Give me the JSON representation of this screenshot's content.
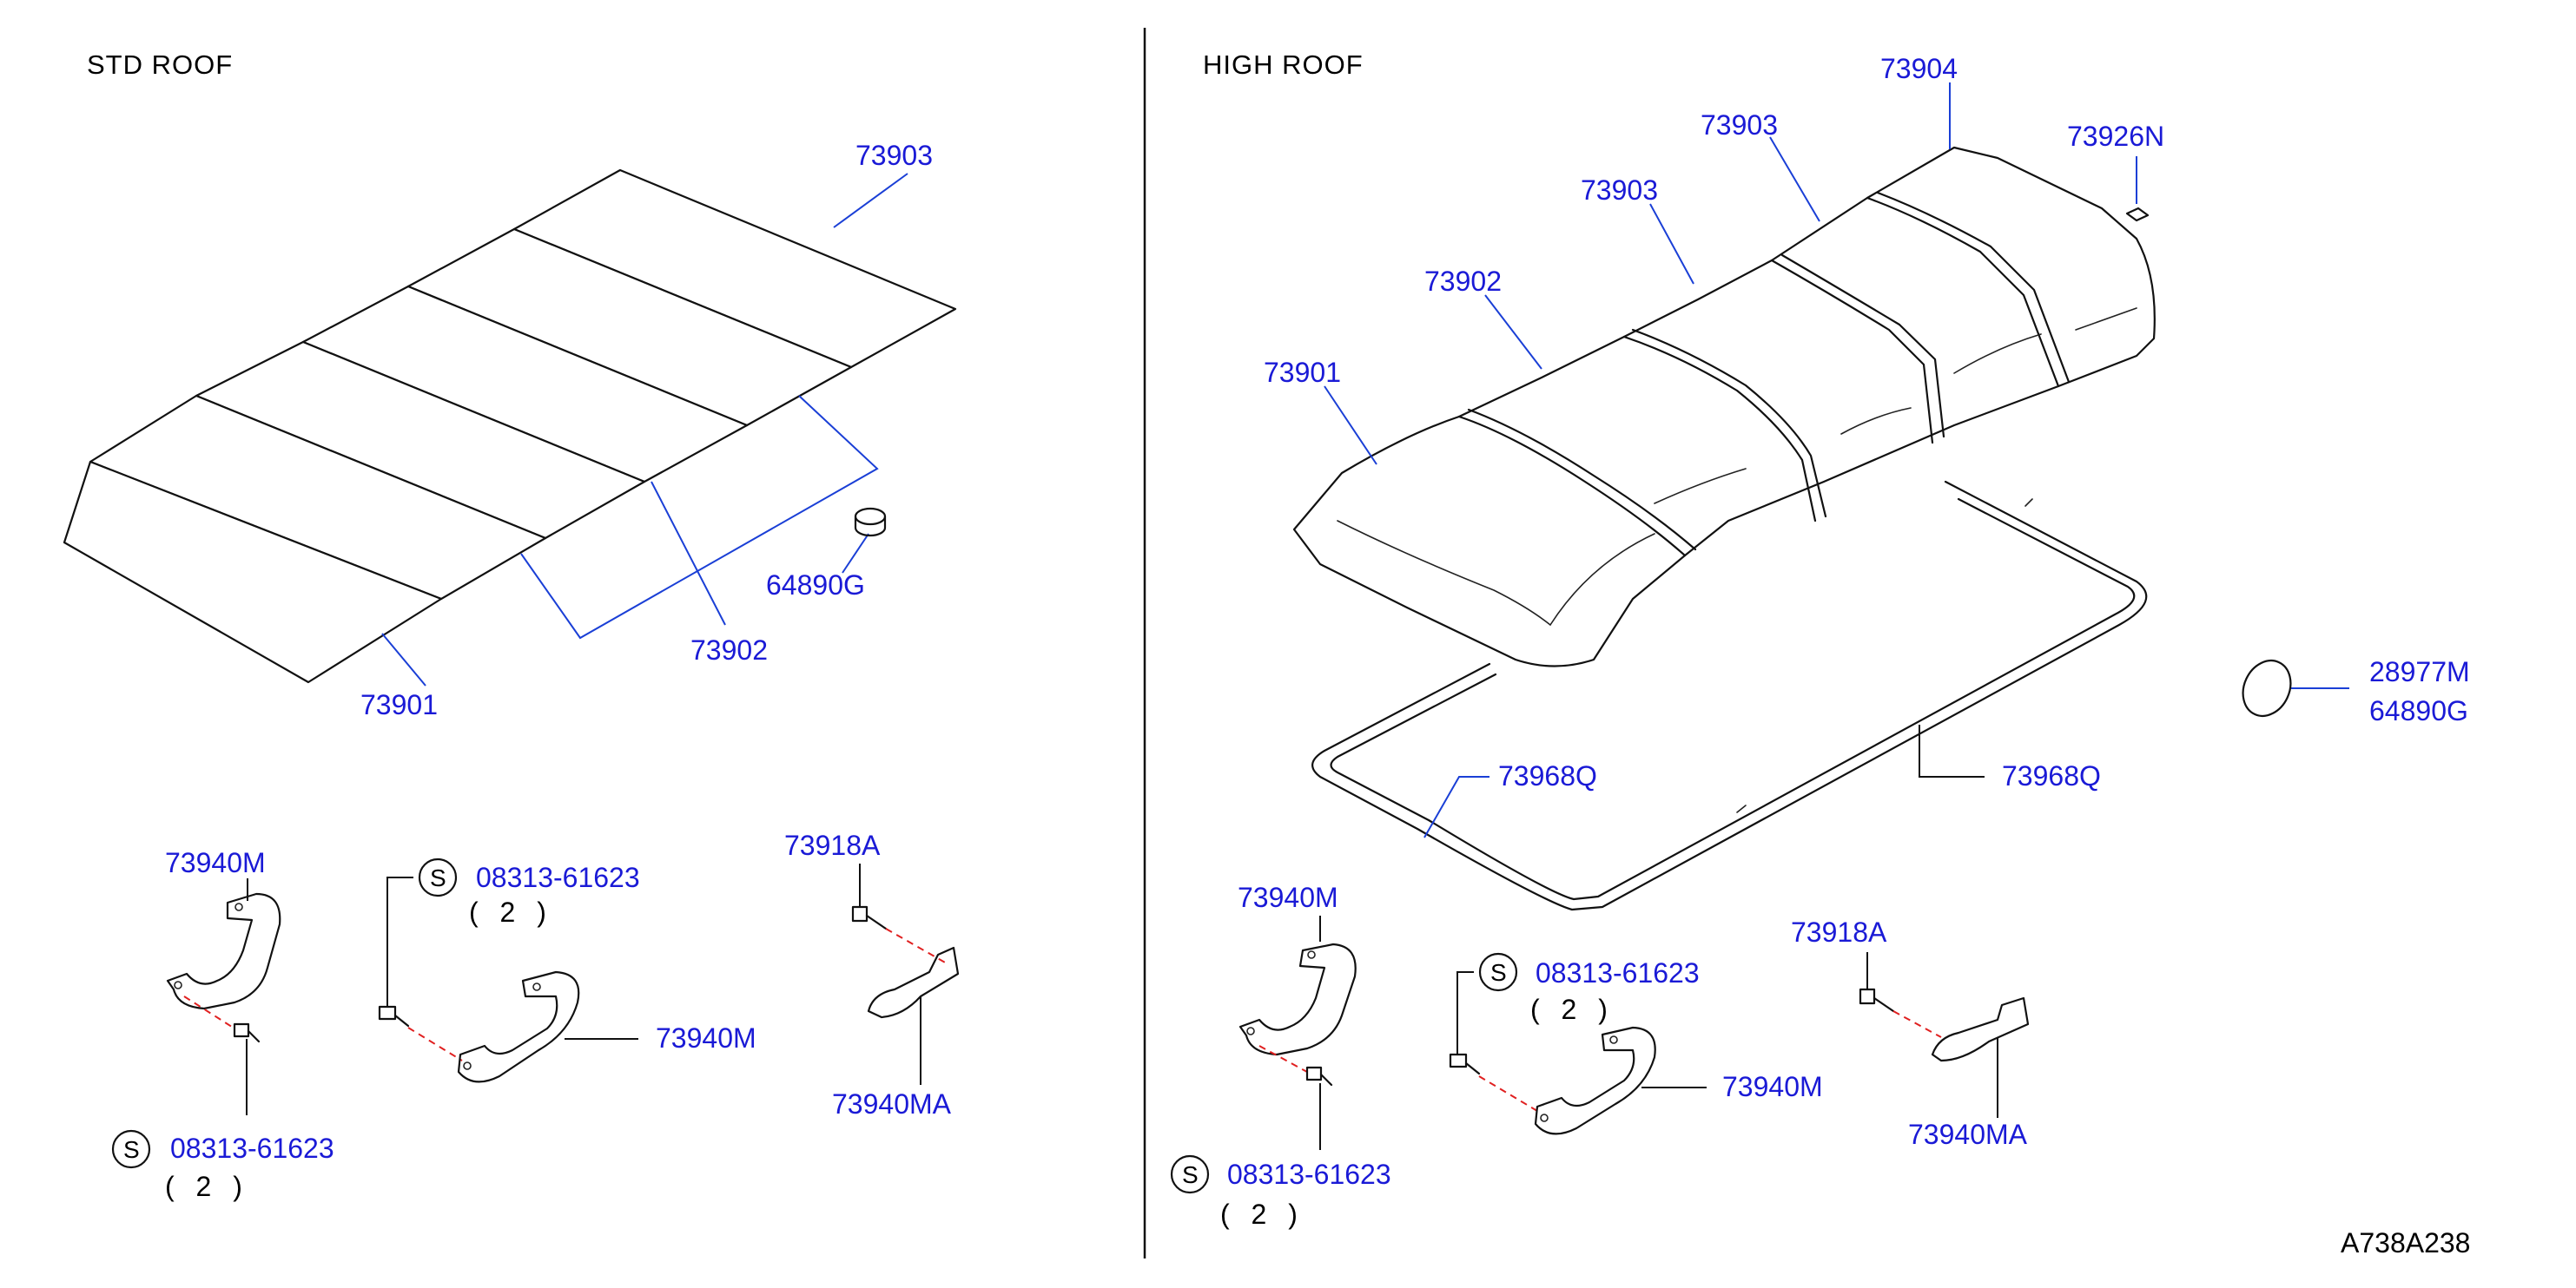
{
  "sections": {
    "std_title": "STD   ROOF",
    "high_title": "HIGH   ROOF"
  },
  "drawing_code": "A738A238",
  "std_roof": {
    "p73903": "73903",
    "p64890g": "64890G",
    "p73902": "73902",
    "p73901": "73901",
    "p73940m_top": "73940M",
    "p08313_mid": "08313-61623",
    "qty_mid": "( 2 )",
    "p73918a": "73918A",
    "p73940m_right": "73940M",
    "p73940ma": "73940MA",
    "p08313_bottom": "08313-61623",
    "qty_bottom": "( 2 )",
    "s_mark": "S"
  },
  "high_roof": {
    "p73904": "73904",
    "p73903_a": "73903",
    "p73903_b": "73903",
    "p73926n": "73926N",
    "p73902": "73902",
    "p73901": "73901",
    "p28977m": "28977M",
    "p64890g": "64890G",
    "p73968q_left": "73968Q",
    "p73968q_right": "73968Q",
    "p73940m_top": "73940M",
    "p08313_mid": "08313-61623",
    "qty_mid": "( 2 )",
    "p73918a": "73918A",
    "p73940m_right": "73940M",
    "p73940ma": "73940MA",
    "p08313_bottom": "08313-61623",
    "qty_bottom": "( 2 )",
    "s_mark": "S"
  }
}
